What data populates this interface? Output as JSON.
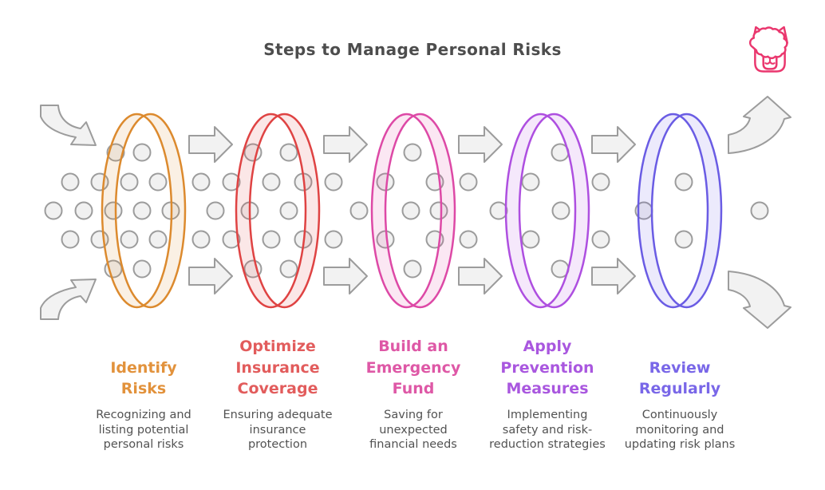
{
  "title": "Steps to Manage Personal Risks",
  "logo": {
    "name": "alpaca-logo",
    "color": "#EA376E"
  },
  "palette": {
    "title_gray": "#4D4D4D",
    "description_gray": "#525252",
    "arrow_fill": "#F2F2F2",
    "arrow_stroke": "#9C9C9C"
  },
  "steps": [
    {
      "title": "Identify Risks",
      "description": "Recognizing and listing potential personal risks",
      "color": "#E2923C",
      "ring_color": "#DC8A2E"
    },
    {
      "title": "Optimize Insurance Coverage",
      "description": "Ensuring adequate insurance protection",
      "color": "#E25C5C",
      "ring_color": "#DF4343"
    },
    {
      "title": "Build an Emergency Fund",
      "description": "Saving for unexpected financial needs",
      "color": "#DE58A6",
      "ring_color": "#DD49A6"
    },
    {
      "title": "Apply Prevention Measures",
      "description": "Implementing safety and risk-reduction strategies",
      "color": "#A957DF",
      "ring_color": "#AE4FE0"
    },
    {
      "title": "Review Regularly",
      "description": "Continuously monitoring and updating risk plans",
      "color": "#7967E8",
      "ring_color": "#6A5CE4"
    }
  ]
}
